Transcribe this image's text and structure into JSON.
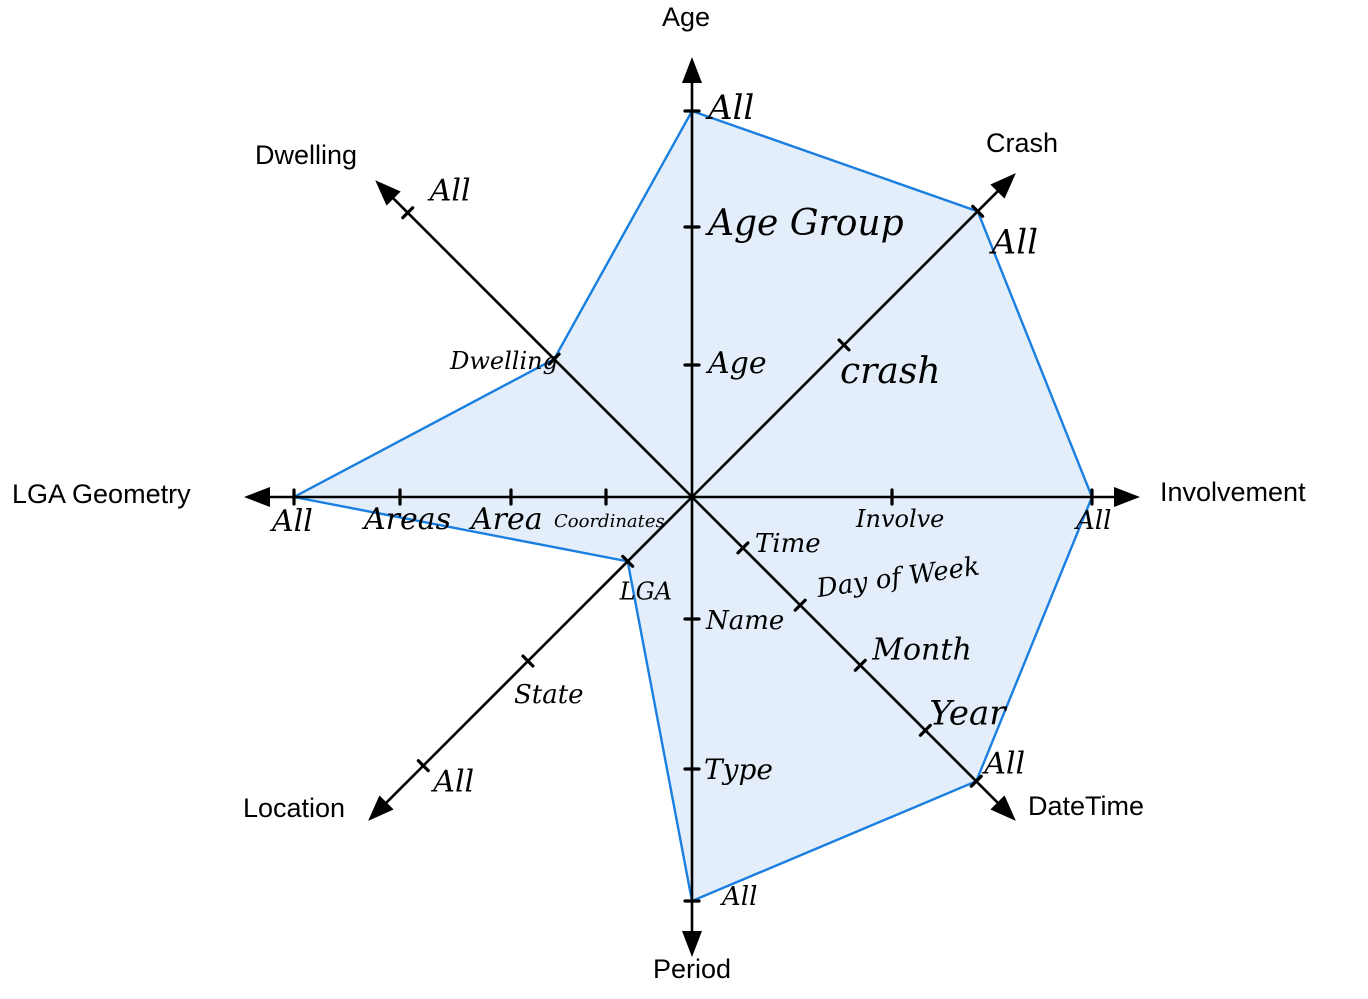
{
  "colors": {
    "polygon_fill": "#e3eefa",
    "polygon_stroke": "#1a7fe0",
    "axis": "#000000"
  },
  "chart_data": {
    "type": "radar",
    "axes": [
      {
        "name": "Age",
        "levels": [
          "Age",
          "Age Group",
          "All"
        ],
        "selected": "All"
      },
      {
        "name": "Crash",
        "levels": [
          "crash",
          "All"
        ],
        "selected": "All"
      },
      {
        "name": "Involvement",
        "levels": [
          "Involve",
          "All"
        ],
        "selected": "All"
      },
      {
        "name": "DateTime",
        "levels": [
          "Time",
          "Day of Week",
          "Month",
          "Year",
          "All"
        ],
        "selected": "All"
      },
      {
        "name": "Period",
        "levels": [
          "Name",
          "Type",
          "All"
        ],
        "selected": "All"
      },
      {
        "name": "Location",
        "levels": [
          "LGA",
          "State",
          "All"
        ],
        "selected": "LGA"
      },
      {
        "name": "LGA Geometry",
        "levels": [
          "Coordinates",
          "Area",
          "Areas",
          "All"
        ],
        "selected": "All"
      },
      {
        "name": "Dwelling",
        "levels": [
          "Dwelling",
          "All"
        ],
        "selected": "Dwelling"
      }
    ]
  }
}
